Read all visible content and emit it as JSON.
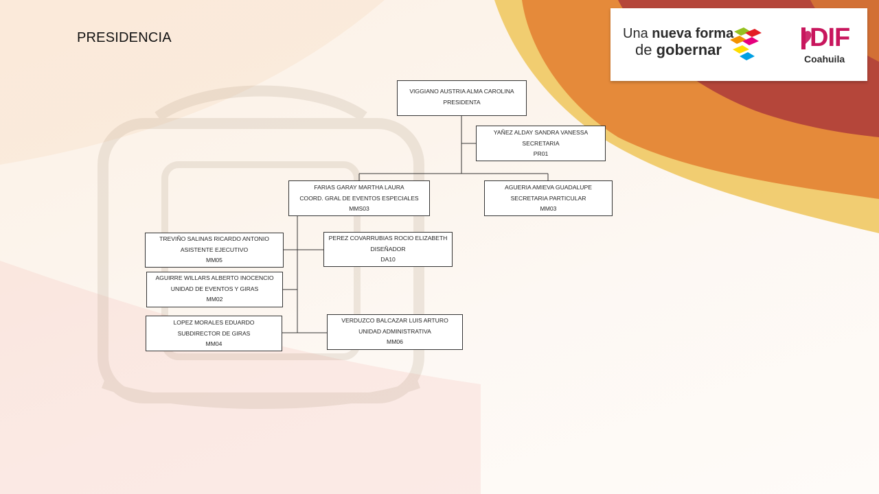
{
  "slide": {
    "title": "PRESIDENCIA"
  },
  "logo": {
    "line1_plain": "Una",
    "line1_bold": "nueva forma",
    "line2_plain": "de",
    "line2_bold": "gobernar",
    "dif": "DIF",
    "coahuila": "Coahuila",
    "colors": {
      "dif_magenta": "#c8165d",
      "mosaic": [
        "#e31e24",
        "#f39200",
        "#95c11f",
        "#009fe3",
        "#e6007e",
        "#ffdd00"
      ]
    }
  },
  "org": {
    "presidenta": {
      "name": "VIGGIANO AUSTRIA ALMA CAROLINA",
      "role": "PRESIDENTA"
    },
    "secretaria": {
      "name": "YAÑEZ ALDAY SANDRA VANESSA",
      "role": "SECRETARIA",
      "code": "PR01"
    },
    "coord": {
      "name": "FARIAS GARAY MARTHA LAURA",
      "role": "COORD. GRAL DE EVENTOS ESPECIALES",
      "code": "MMS03"
    },
    "particular": {
      "name": "AGUERIA AMIEVA GUADALUPE",
      "role": "SECRETARIA PARTICULAR",
      "code": "MM03"
    },
    "asistente": {
      "name": "TREVIÑO SALINAS RICARDO ANTONIO",
      "role": "ASISTENTE EJECUTIVO",
      "code": "MM05"
    },
    "disenador": {
      "name": "PEREZ COVARRUBIAS ROCIO ELIZABETH",
      "role": "DISEÑADOR",
      "code": "DA10"
    },
    "eventos": {
      "name": "AGUIRRE WILLARS ALBERTO INOCENCIO",
      "role": "UNIDAD DE EVENTOS Y GIRAS",
      "code": "MM02"
    },
    "giras": {
      "name": "LOPEZ MORALES EDUARDO",
      "role": "SUBDIRECTOR DE GIRAS",
      "code": "MM04"
    },
    "administrativa": {
      "name": "VERDUZCO BALCAZAR LUIS ARTURO",
      "role": "UNIDAD ADMINISTRATIVA",
      "code": "MM06"
    }
  }
}
